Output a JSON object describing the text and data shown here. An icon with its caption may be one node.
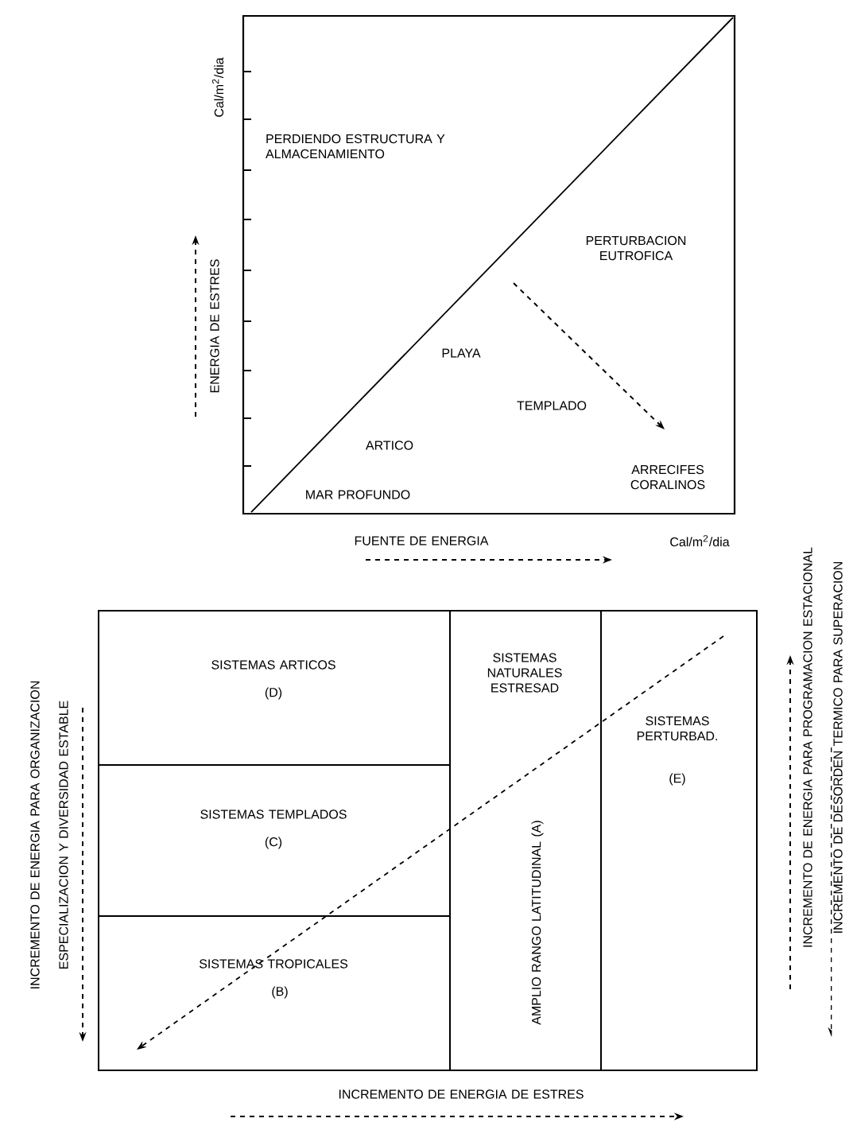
{
  "diagram": {
    "labels": [
      "Cal/m$^{2}$/dia",
      "PERDIENDO ESTRUCTURA Y ALMACENAMIENTO",
      "PERTURBACION EUTROFICA",
      "ENERGIA DE ESTRES",
      "PLAYA",
      "TEMPLADO",
      "ARTICO",
      "ARRECIFES CORALINOS",
      "MAR PROFUNDO",
      "FUENTE DE ENERGIA",
      "Cal/m$^{2}$/dia",
      "INCREMENTO DE ENERGIA PARA ORGANIZACION",
      "ESPECIALIZACION Y DIVERSIDAD ESTABLE",
      "SISTEMAS ARTICOS",
      "(D)",
      "SISTEMAS NATURALES ESTRESAD",
      "SISTEMAS PERTURBAD.",
      "(E)",
      "SISTEMAS TEMPLADOS",
      "(C)",
      "AMPLIO RANGO LATITUDINAL (A)",
      "SISTEMAS TROPICALES",
      "(B)",
      "INCREMENTO DE ENERGIA PARA PROGRAMACION ESTACIONAL",
      "INCREMENTO DE DESORDEN TERMICO PARA SUPERACION",
      "INCREMENTO DE ENERGIA DE ESTRES"
    ]
  }
}
